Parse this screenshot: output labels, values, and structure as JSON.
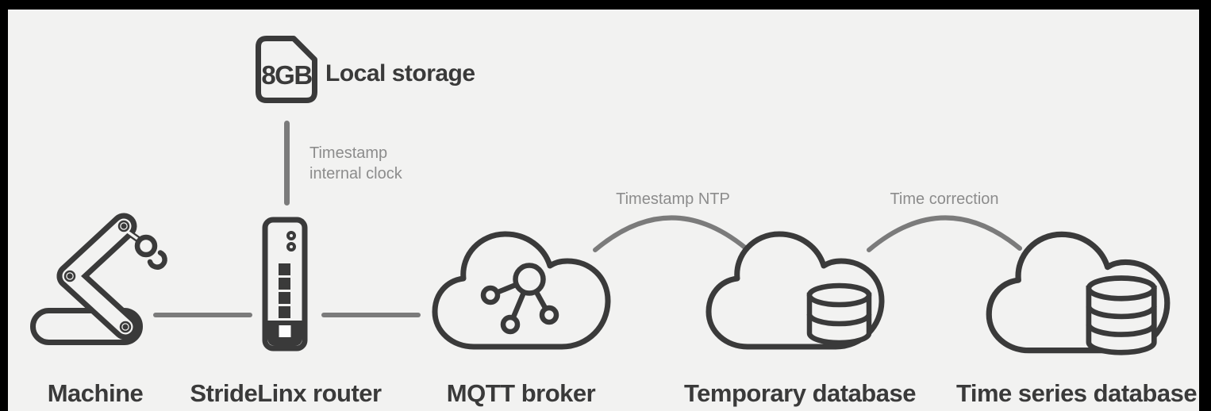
{
  "colors": {
    "background": "#f2f2f1",
    "frame": "#000000",
    "ink": "#3a3a3a",
    "connector": "#7b7b7b",
    "annotation": "#8c8c8c",
    "port_fill": "#fcfcfc"
  },
  "local_storage": {
    "capacity": "8GB",
    "label": "Local storage"
  },
  "annotations": {
    "internal_clock_line1": "Timestamp",
    "internal_clock_line2": "internal clock",
    "ntp": "Timestamp NTP",
    "time_correction": "Time correction"
  },
  "nodes": [
    {
      "id": "machine",
      "label": "Machine",
      "icon": "robot-arm-icon"
    },
    {
      "id": "stridelinx-router",
      "label": "StrideLinx router",
      "icon": "router-icon"
    },
    {
      "id": "mqtt-broker",
      "label": "MQTT broker",
      "icon": "cloud-mqtt-icon"
    },
    {
      "id": "temporary-database",
      "label": "Temporary database",
      "icon": "cloud-database-icon"
    },
    {
      "id": "time-series-database",
      "label": "Time series database",
      "icon": "cloud-database-large-icon"
    }
  ]
}
